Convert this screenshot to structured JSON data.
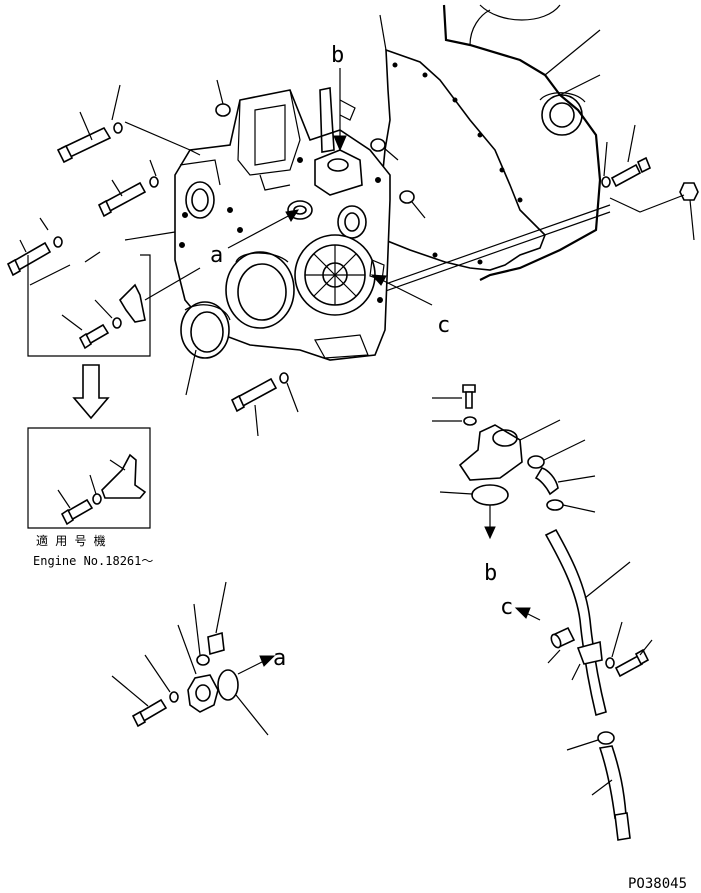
{
  "diagram": {
    "callouts": {
      "a": "a",
      "b": "b",
      "c": "c"
    },
    "inset_caption_jp": "適 用 号 機",
    "inset_caption_en": "Engine No.18261～",
    "drawing_number": "PO38045"
  }
}
